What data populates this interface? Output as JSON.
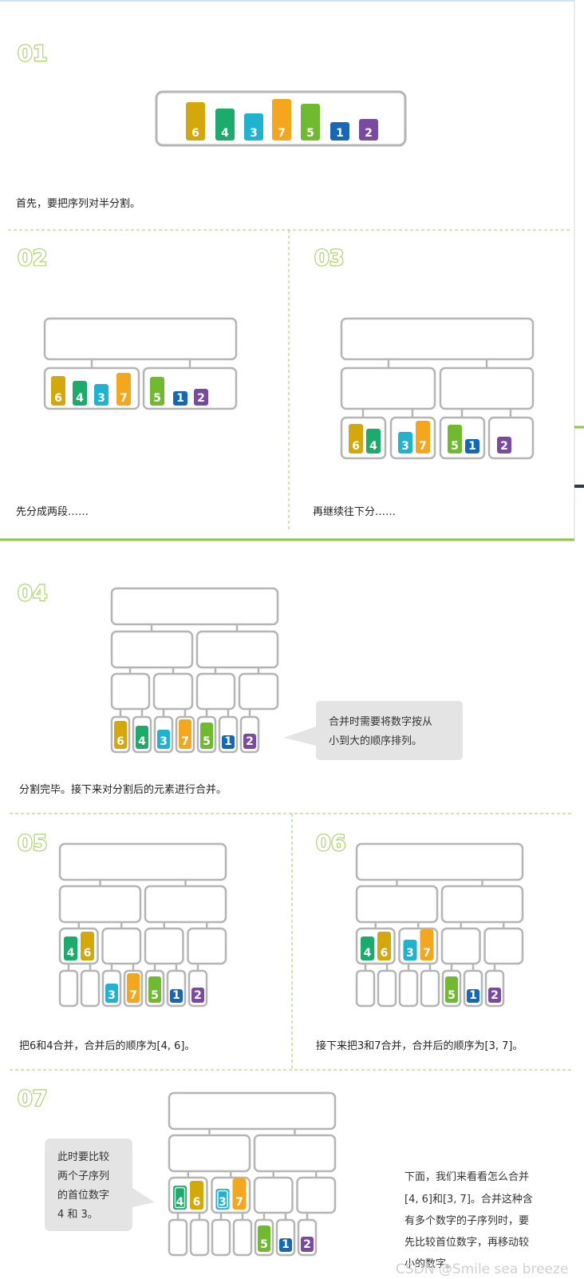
{
  "colors": {
    "6": "#d4a70b",
    "4": "#1bab6a",
    "3": "#1fb3cf",
    "7": "#f4a71c",
    "5": "#6fba2e",
    "1": "#1568b4",
    "2": "#7a4aa0",
    "box_stroke": "#b5b5b5",
    "divider": "#9ccc60",
    "bubble": "#e4e4e4"
  },
  "steps": {
    "s01": {
      "num": "01",
      "caption": "首先，要把序列对半分割。",
      "digits": [
        "6",
        "4",
        "3",
        "7",
        "5",
        "1",
        "2"
      ]
    },
    "s02": {
      "num": "02",
      "caption": "先分成两段……",
      "left": [
        "6",
        "4",
        "3",
        "7"
      ],
      "right": [
        "5",
        "1",
        "2"
      ]
    },
    "s03": {
      "num": "03",
      "caption": "再继续往下分……",
      "groups": [
        [
          "6",
          "4"
        ],
        [
          "3",
          "7"
        ],
        [
          "5",
          "1"
        ],
        [
          "2"
        ]
      ]
    },
    "s04": {
      "num": "04",
      "caption": "分割完毕。接下来对分割后的元素进行合并。",
      "bubble": [
        "合并时需要将数字按从",
        "小到大的顺序排列。"
      ],
      "digits": [
        "6",
        "4",
        "3",
        "7",
        "5",
        "1",
        "2"
      ]
    },
    "s05": {
      "num": "05",
      "caption": "把6和4合并，合并后的顺序为[4, 6]。",
      "merged": [
        "4",
        "6"
      ],
      "bottom": [
        "",
        "",
        "3",
        "7",
        "5",
        "1",
        "2"
      ]
    },
    "s06": {
      "num": "06",
      "caption": "接下来把3和7合并，合并后的顺序为[3, 7]。",
      "merged": [
        [
          "4",
          "6"
        ],
        [
          "3",
          "7"
        ]
      ],
      "bottom": [
        "",
        "",
        "",
        "",
        "5",
        "1",
        "2"
      ]
    },
    "s07": {
      "num": "07",
      "bubble": [
        "此时要比较",
        "两个子序列",
        "的首位数字",
        "4 和 3。"
      ],
      "desc": [
        "下面，我们来看看怎么合并",
        "[4, 6]和[3, 7]。合并这种含",
        "有多个数字的子序列时，要",
        "先比较首位数字，再移动较",
        "小的数字。"
      ],
      "merged": [
        [
          "4",
          "6"
        ],
        [
          "3",
          "7"
        ]
      ],
      "bottom": [
        "",
        "",
        "",
        "",
        "5",
        "1",
        "2"
      ]
    }
  },
  "watermark": "CSDN @Smile sea breeze"
}
